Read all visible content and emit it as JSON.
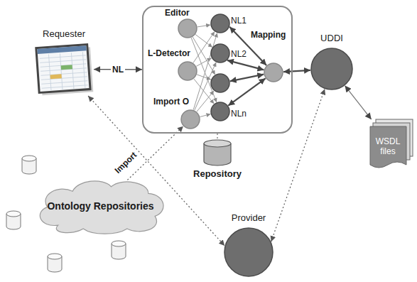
{
  "diagram": {
    "nodes": [
      {
        "text": [
          "Requester"
        ]
      },
      {
        "text": []
      },
      {
        "text": [
          "Editor"
        ],
        "in": 1
      },
      {
        "text": [
          "L-Detector"
        ],
        "in": 1
      },
      {
        "text": [
          "Import O"
        ],
        "in": 1
      },
      {
        "text": [
          "NL1"
        ],
        "in": 1
      },
      {
        "text": [
          "NL2"
        ],
        "in": 1
      },
      {
        "text": [],
        "in": 1
      },
      {
        "text": [
          "NLn"
        ],
        "in": 1
      },
      {
        "text": [
          "Mapping"
        ],
        "in": 1
      },
      {
        "text": [
          "UDDI"
        ]
      },
      {
        "text": [
          "WSDL files"
        ]
      },
      {
        "text": [
          "Repository"
        ]
      },
      {
        "text": [
          "Ontology Repositories"
        ]
      },
      {
        "text": [
          "Provider"
        ]
      }
    ],
    "edges": [
      {
        "from": 0,
        "to": 1,
        "arrow": "both",
        "label": "NL"
      },
      {
        "from": 2,
        "to": 5,
        "arrow": "to"
      },
      {
        "from": 2,
        "to": 6,
        "arrow": "to"
      },
      {
        "from": 2,
        "to": 7,
        "arrow": "to"
      },
      {
        "from": 2,
        "to": 8,
        "arrow": "to"
      },
      {
        "from": 3,
        "to": 5,
        "arrow": "to"
      },
      {
        "from": 3,
        "to": 6,
        "arrow": "to"
      },
      {
        "from": 3,
        "to": 7,
        "arrow": "to"
      },
      {
        "from": 3,
        "to": 8,
        "arrow": "to"
      },
      {
        "from": 4,
        "to": 5,
        "arrow": "to"
      },
      {
        "from": 4,
        "to": 6,
        "arrow": "to"
      },
      {
        "from": 4,
        "to": 7,
        "arrow": "to"
      },
      {
        "from": 4,
        "to": 8,
        "arrow": "to"
      },
      {
        "from": 5,
        "to": 9,
        "arrow": "both"
      },
      {
        "from": 6,
        "to": 9,
        "arrow": "both"
      },
      {
        "from": 7,
        "to": 9,
        "arrow": "both"
      },
      {
        "from": 8,
        "to": 9,
        "arrow": "both"
      },
      {
        "from": 9,
        "to": 10,
        "arrow": "both"
      },
      {
        "from": 10,
        "to": 11,
        "arrow": "both"
      },
      {
        "from": 1,
        "to": 12,
        "arrow": "none"
      },
      {
        "from": 13,
        "to": 4,
        "arrow": "to",
        "label": "Import"
      },
      {
        "from": 0,
        "to": 14,
        "arrow": "both"
      },
      {
        "from": 14,
        "to": 10,
        "arrow": "both"
      }
    ]
  }
}
